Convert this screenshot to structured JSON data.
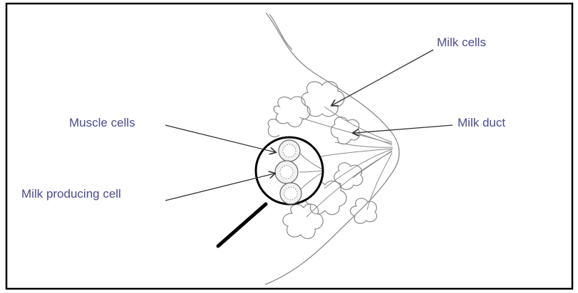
{
  "labels": {
    "milk_cells": "Milk cells",
    "milk_duct": "Milk duct",
    "muscle_cells": "Muscle cells",
    "milk_producing_cell": "Milk producing cell"
  },
  "colors": {
    "label_text": "#4b4b92",
    "outline": "#8a8a8a",
    "arrow": "#333333",
    "frame": "#000000"
  }
}
